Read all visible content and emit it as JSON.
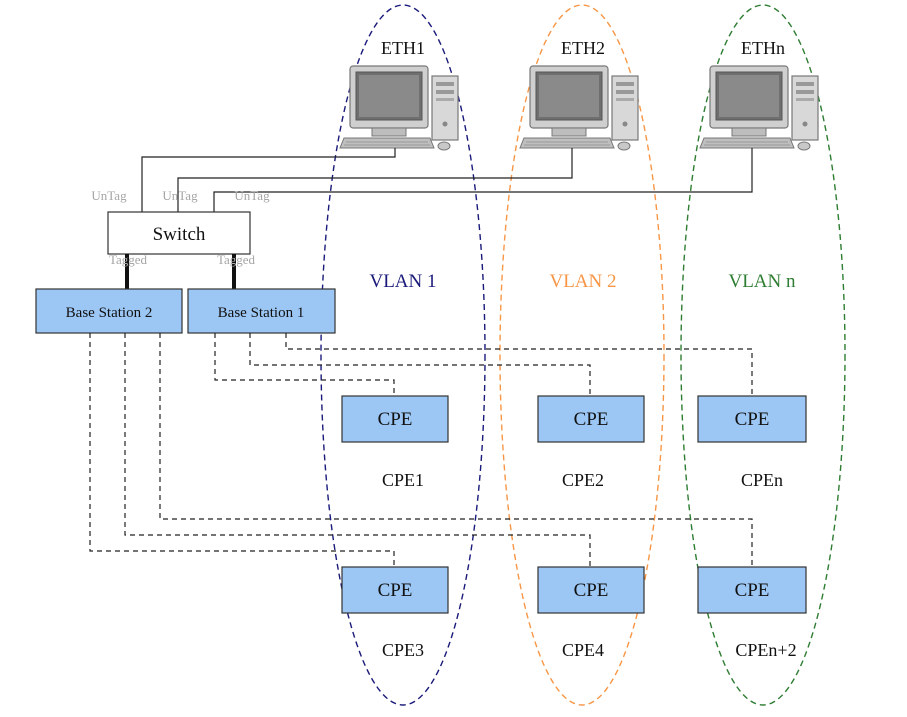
{
  "eth": [
    "ETH1",
    "ETH2",
    "ETHn"
  ],
  "vlans": [
    {
      "label": "VLAN 1",
      "color": "#1a1a7a"
    },
    {
      "label": "VLAN 2",
      "color": "#f79646"
    },
    {
      "label": "VLAN n",
      "color": "#2e7d32"
    }
  ],
  "switch_label": "Switch",
  "port_labels": {
    "untag": [
      "UnTag",
      "UnTag",
      "UnTag"
    ],
    "tagged": [
      "Tagged",
      "Tagged"
    ]
  },
  "base_stations": [
    "Base Station 2",
    "Base Station 1"
  ],
  "cpe_box_label": "CPE",
  "cpe_names": [
    "CPE1",
    "CPE2",
    "CPEn",
    "CPE3",
    "CPE4",
    "CPEn+2"
  ],
  "colors": {
    "box_fill": "#9cc7f5",
    "box_border": "#333333",
    "vlan1": "#1a1a7a",
    "vlan2": "#f79646",
    "vlann": "#2e7d32"
  }
}
